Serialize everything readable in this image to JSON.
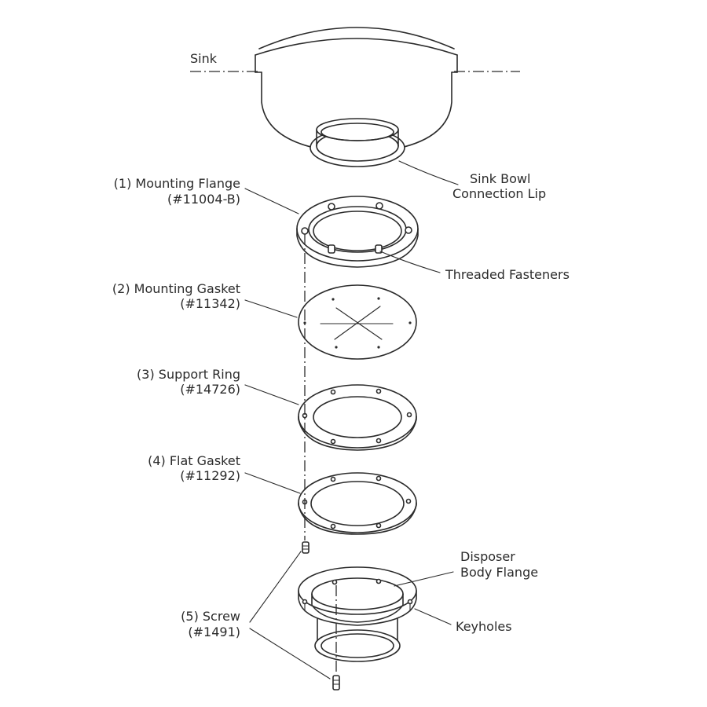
{
  "labels": {
    "sink": "Sink",
    "lip_1": "Sink Bowl",
    "lip_2": "Connection Lip",
    "flange_1": "(1) Mounting Flange",
    "flange_2": "(#11004-B)",
    "fasteners": "Threaded Fasteners",
    "mgasket_1": "(2) Mounting Gasket",
    "mgasket_2": "(#11342)",
    "ring_1": "(3) Support Ring",
    "ring_2": "(#14726)",
    "fgasket_1": "(4) Flat Gasket",
    "fgasket_2": "(#11292)",
    "body_1": "Disposer",
    "body_2": "Body Flange",
    "keyholes": "Keyholes",
    "screw_1": "(5) Screw",
    "screw_2": "(#1491)"
  }
}
